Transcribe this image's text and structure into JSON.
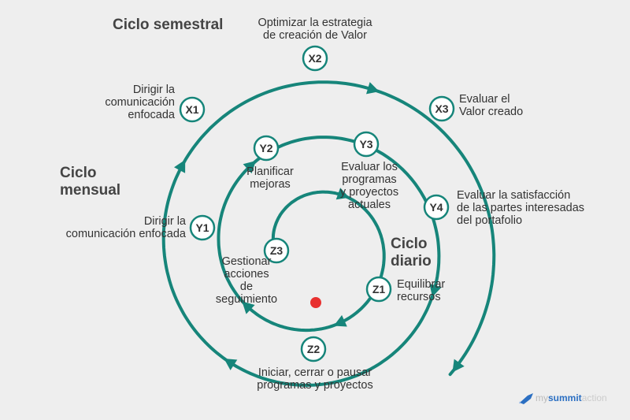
{
  "colors": {
    "spiral": "#16857a",
    "node_stroke": "#16857a",
    "center_dot": "#e8302f",
    "text": "#333333",
    "heading": "#444444"
  },
  "headings": {
    "semestral": "Ciclo semestral",
    "mensual": "Ciclo\nmensual",
    "diario": "Ciclo\ndiario"
  },
  "nodes": {
    "x1": "X1",
    "x2": "X2",
    "x3": "X3",
    "y1": "Y1",
    "y2": "Y2",
    "y3": "Y3",
    "y4": "Y4",
    "z1": "Z1",
    "z2": "Z2",
    "z3": "Z3"
  },
  "labels": {
    "x1": "Dirigir la\ncomunicación\nenfocada",
    "x2": "Optimizar la estrategia\nde creación de Valor",
    "x3": "Evaluar el\nValor creado",
    "y1": "Dirigir la\ncomunicación enfocada",
    "y2": "Planificar\nmejoras",
    "y3": "Evaluar los\nprogramas\ny proyectos\nactuales",
    "y4": "Evaluar la satisfacción\nde las partes interesadas\ndel portafolio",
    "z1": "Equilibrar\nrecursos",
    "z2": "Iniciar, cerrar o pausar\nprogramas y proyectos",
    "z3": "Gestionar\nacciones\nde\nseguimiento"
  },
  "logo": {
    "part1": "my",
    "part2": "summit",
    "part3": "action",
    "icon": "rocket-icon"
  }
}
